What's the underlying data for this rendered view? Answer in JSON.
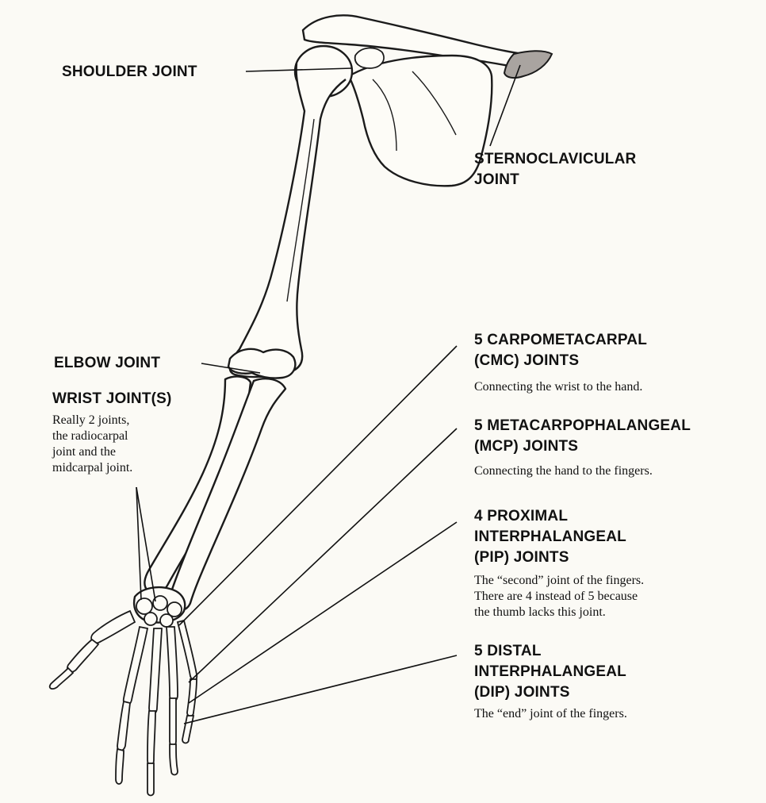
{
  "labels": {
    "shoulder": "SHOULDER JOINT",
    "sternoclavicular": [
      "STERNOCLAVICULAR",
      "JOINT"
    ],
    "elbow": "ELBOW JOINT",
    "wrist": {
      "title": "WRIST JOINT(S)",
      "desc": [
        "Really 2 joints,",
        "the radiocarpal",
        "joint and the",
        "midcarpal joint."
      ]
    },
    "cmc": {
      "title": [
        "5 CARPOMETACARPAL",
        "(CMC) JOINTS"
      ],
      "desc": [
        "Connecting the wrist to the hand."
      ]
    },
    "mcp": {
      "title": [
        "5 METACARPOPHALANGEAL",
        "(MCP) JOINTS"
      ],
      "desc": [
        "Connecting the hand to the fingers."
      ]
    },
    "pip": {
      "title": [
        "4 PROXIMAL",
        "INTERPHALANGEAL",
        "(PIP) JOINTS"
      ],
      "desc": [
        "The “second” joint of the fingers.",
        "There are 4 instead of 5 because",
        "the thumb lacks this joint."
      ]
    },
    "dip": {
      "title": [
        "5 DISTAL",
        "INTERPHALANGEAL",
        "(DIP) JOINTS"
      ],
      "desc": [
        "The “end” joint of the fingers."
      ]
    }
  },
  "colors": {
    "background": "#fbfaf5",
    "ink": "#111111",
    "bone_fill": "#fdfcf7",
    "sternoclavicular_highlight": "#a9a4a0"
  }
}
